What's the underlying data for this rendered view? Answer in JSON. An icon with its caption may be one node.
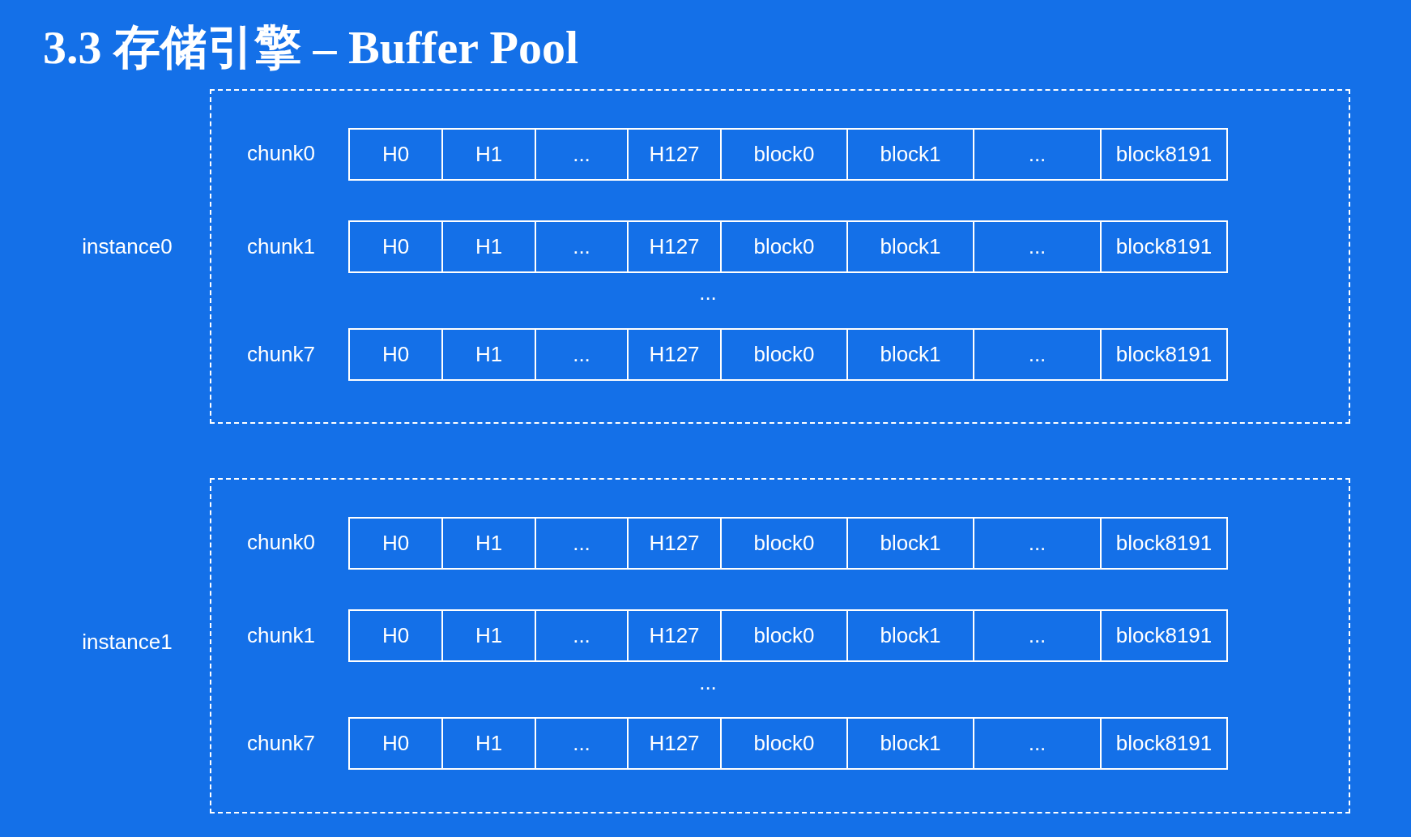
{
  "diagram": {
    "title": "3.3 存储引擎 – Buffer Pool",
    "nodes": [
      {
        "text": [
          "instance0"
        ]
      },
      {
        "text": [
          "H0"
        ],
        "in": 0
      },
      {
        "text": [
          "H1"
        ],
        "in": 0
      },
      {
        "text": [
          "..."
        ],
        "in": 0
      },
      {
        "text": [
          "H127"
        ],
        "in": 0
      },
      {
        "text": [
          "block0"
        ],
        "in": 0
      },
      {
        "text": [
          "block1"
        ],
        "in": 0
      },
      {
        "text": [
          "..."
        ],
        "in": 0
      },
      {
        "text": [
          "block8191"
        ],
        "in": 0
      },
      {
        "text": [
          "H0"
        ],
        "in": 0
      },
      {
        "text": [
          "H1"
        ],
        "in": 0
      },
      {
        "text": [
          "..."
        ],
        "in": 0
      },
      {
        "text": [
          "H127"
        ],
        "in": 0
      },
      {
        "text": [
          "block0"
        ],
        "in": 0
      },
      {
        "text": [
          "block1"
        ],
        "in": 0
      },
      {
        "text": [
          "..."
        ],
        "in": 0
      },
      {
        "text": [
          "block8191"
        ],
        "in": 0
      },
      {
        "text": [
          "H0"
        ],
        "in": 0
      },
      {
        "text": [
          "H1"
        ],
        "in": 0
      },
      {
        "text": [
          "..."
        ],
        "in": 0
      },
      {
        "text": [
          "H127"
        ],
        "in": 0
      },
      {
        "text": [
          "block0"
        ],
        "in": 0
      },
      {
        "text": [
          "block1"
        ],
        "in": 0
      },
      {
        "text": [
          "..."
        ],
        "in": 0
      },
      {
        "text": [
          "block8191"
        ],
        "in": 0
      },
      {
        "text": [
          "instance1"
        ]
      },
      {
        "text": [
          "H0"
        ],
        "in": 25
      },
      {
        "text": [
          "H1"
        ],
        "in": 25
      },
      {
        "text": [
          "..."
        ],
        "in": 25
      },
      {
        "text": [
          "H127"
        ],
        "in": 25
      },
      {
        "text": [
          "block0"
        ],
        "in": 25
      },
      {
        "text": [
          "block1"
        ],
        "in": 25
      },
      {
        "text": [
          "..."
        ],
        "in": 25
      },
      {
        "text": [
          "block8191"
        ],
        "in": 25
      },
      {
        "text": [
          "H0"
        ],
        "in": 25
      },
      {
        "text": [
          "H1"
        ],
        "in": 25
      },
      {
        "text": [
          "..."
        ],
        "in": 25
      },
      {
        "text": [
          "H127"
        ],
        "in": 25
      },
      {
        "text": [
          "block0"
        ],
        "in": 25
      },
      {
        "text": [
          "block1"
        ],
        "in": 25
      },
      {
        "text": [
          "..."
        ],
        "in": 25
      },
      {
        "text": [
          "block8191"
        ],
        "in": 25
      },
      {
        "text": [
          "H0"
        ],
        "in": 25
      },
      {
        "text": [
          "H1"
        ],
        "in": 25
      },
      {
        "text": [
          "..."
        ],
        "in": 25
      },
      {
        "text": [
          "H127"
        ],
        "in": 25
      },
      {
        "text": [
          "block0"
        ],
        "in": 25
      },
      {
        "text": [
          "block1"
        ],
        "in": 25
      },
      {
        "text": [
          "..."
        ],
        "in": 25
      },
      {
        "text": [
          "block8191"
        ],
        "in": 25
      }
    ],
    "labels": [
      "chunk0",
      "chunk1",
      "...",
      "chunk7",
      "chunk0",
      "chunk1",
      "...",
      "chunk7"
    ]
  }
}
